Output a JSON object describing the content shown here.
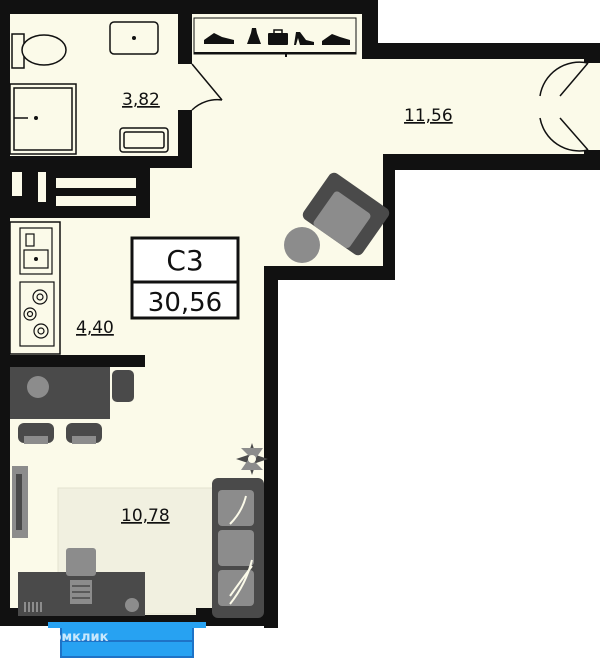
{
  "unit": {
    "code": "С3",
    "total_area": "30,56"
  },
  "rooms": [
    {
      "id": "bathroom",
      "area": "3,82"
    },
    {
      "id": "corridor",
      "area": "11,56"
    },
    {
      "id": "kitchen",
      "area": "4,40"
    },
    {
      "id": "living",
      "area": "10,78"
    }
  ],
  "watermark": {
    "text": "Домклик"
  },
  "colors": {
    "floor": "#fbfae9",
    "wall": "#111111",
    "furniture": "#4a4a4a",
    "furniture_light": "#8c8c8c",
    "rug": "#f1f0e0",
    "window_frame": "#1e73c7",
    "window_glass": "#27a2f2"
  }
}
